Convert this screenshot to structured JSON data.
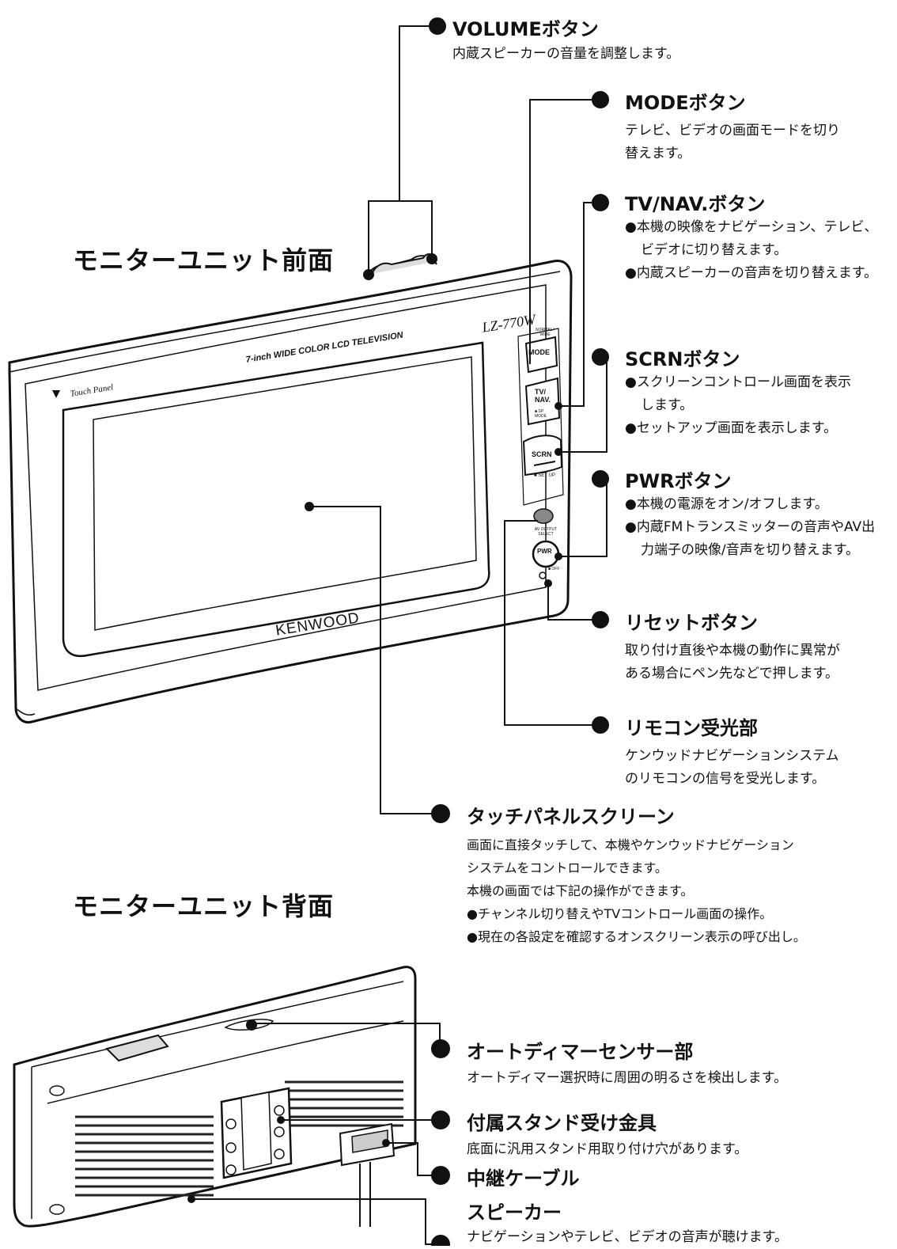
{
  "front": {
    "section_title": "モニターユニット前面",
    "device": {
      "model": "LZ-770W",
      "tagline": "7-inch WIDE COLOR LCD TELEVISION",
      "brand": "KENWOOD",
      "touch_label": "Touch Panel",
      "btn_mode_top": "NORMAL / WIDE",
      "btn_mode": "MODE",
      "btn_tvnav": "TV/ NAV.",
      "btn_tvnav_sub": "■ SP MODE",
      "btn_scrn": "SCRN",
      "btn_scrn_sub": "■ SET UP",
      "av_output": "AV OUTPUT SELECT",
      "btn_pwr": "PWR",
      "btn_pwr_sub": "■ OFF"
    },
    "callouts": {
      "volume": {
        "title": "VOLUMEボタン",
        "lines": [
          "内蔵スピーカーの音量を調整します。"
        ]
      },
      "mode": {
        "title": "MODEボタン",
        "lines": [
          "テレビ、ビデオの画面モードを切り",
          "替えます。"
        ]
      },
      "tvnav": {
        "title": "TV/NAV.ボタン",
        "bullets": [
          "●本機の映像をナビゲーション、テレビ、ビデオに切り替えます。",
          "●内蔵スピーカーの音声を切り替えます。"
        ]
      },
      "scrn": {
        "title": "SCRNボタン",
        "bullets": [
          "●スクリーンコントロール画面を表示します。",
          "●セットアップ画面を表示します。"
        ]
      },
      "pwr": {
        "title": "PWRボタン",
        "bullets": [
          "●本機の電源をオン/オフします。",
          "●内蔵FMトランスミッターの音声やAV出力端子の映像/音声を切り替えます。"
        ]
      },
      "reset": {
        "title": "リセットボタン",
        "lines": [
          "取り付け直後や本機の動作に異常が",
          "ある場合にペン先などで押します。"
        ]
      },
      "remote": {
        "title": "リモコン受光部",
        "lines": [
          "ケンウッドナビゲーションシステム",
          "のリモコンの信号を受光します。"
        ]
      },
      "touch": {
        "title": "タッチパネルスクリーン",
        "lines": [
          "画面に直接タッチして、本機やケンウッドナビゲーション",
          "システムをコントロールできます。",
          "本機の画面では下記の操作ができます。",
          "●チャンネル切り替えやTVコントロール画面の操作。",
          "●現在の各設定を確認するオンスクリーン表示の呼び出し。"
        ]
      }
    }
  },
  "back": {
    "section_title": "モニターユニット背面",
    "callouts": {
      "dimmer": {
        "title": "オートディマーセンサー部",
        "lines": [
          "オートディマー選択時に周囲の明るさを検出します。"
        ]
      },
      "bracket": {
        "title": "付属スタンド受け金具",
        "lines": [
          "底面に汎用スタンド用取り付け穴があります。"
        ]
      },
      "cable": {
        "title": "中継ケーブル"
      },
      "speaker": {
        "title": "スピーカー",
        "lines": [
          "ナビゲーションやテレビ、ビデオの音声が聴けます。"
        ]
      }
    }
  }
}
